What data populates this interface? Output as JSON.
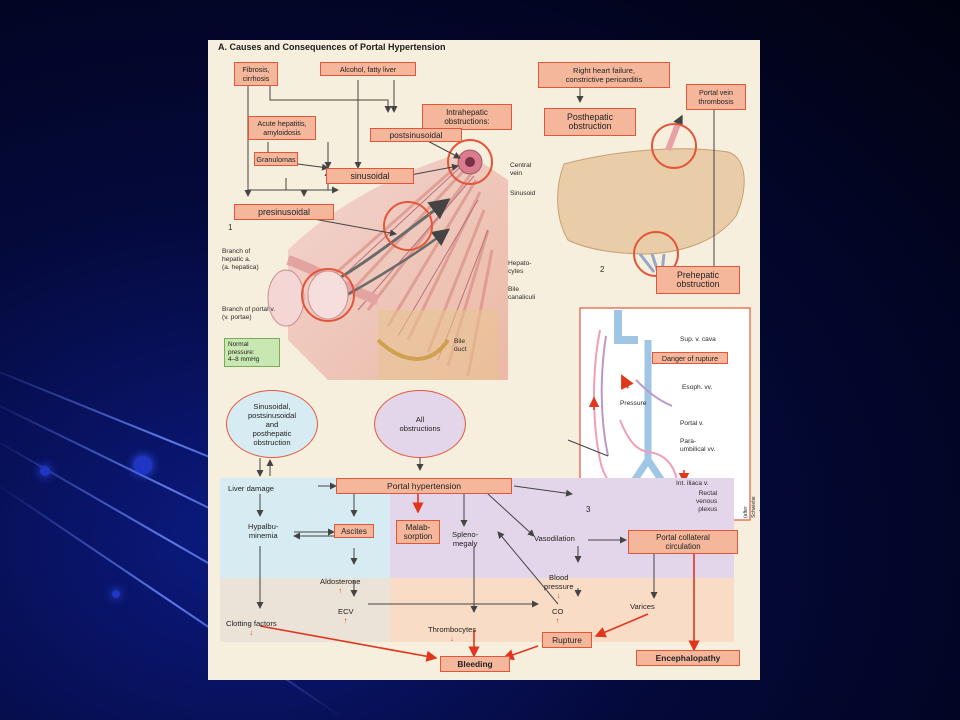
{
  "title": "A. Causes and Consequences of Portal Hypertension",
  "causes": {
    "fibrosis": "Fibrosis,\ncirrhosis",
    "alcohol": "Alcohol, fatty liver",
    "acute_hepatitis": "Acute hepatitis,\namyloidosis",
    "granulomas": "Granulomas",
    "right_heart": "Right heart failure,\nconstrictive pericarditis",
    "portal_vein_thrombosis": "Portal vein\nthrombosis"
  },
  "obstructions": {
    "intrahepatic": "Intrahepatic\nobstructions:",
    "postsinusoidal": "postsinusoidal",
    "sinusoidal": "sinusoidal",
    "presinusoidal": "presinusoidal",
    "posthepatic": "Posthepatic\nobstruction",
    "prehepatic": "Prehepatic\nobstruction"
  },
  "anatomy": {
    "central_vein": "Central\nvein",
    "sinusoid": "Sinusoid",
    "hepatocytes": "Hepato-\ncytes",
    "bile_canaliculi": "Bile\ncanaliculi",
    "bile_duct": "Bile\nduct",
    "hepatic_branch": "Branch of\nhepatic a.\n(a. hepatica)",
    "portal_branch": "Branch of portal v.\n(v. portae)",
    "normal_pressure": "Normal\npressure:\n4–8 mmHg",
    "panel_1": "1",
    "panel_2": "2",
    "panel_3": "3"
  },
  "collateral": {
    "sup_v_cava": "Sup. v. cava",
    "danger": "Danger of rupture",
    "esoph": "Esoph. vv.",
    "pressure": "Pressure",
    "portal_v": "Portal v.",
    "paraumbilical": "Para-\numbilical vv.",
    "int_iliac": "Int. iliaca v.",
    "rectal": "Rectal\nvenous\nplexus",
    "credit": "(after Schwiebe and Schmidt)"
  },
  "flow": {
    "sinusoidal_group": "Sinusoidal,\npostsinusoidal\nand\nposthepatic\nobstruction",
    "all_obstructions": "All\nobstructions",
    "liver_damage": "Liver damage",
    "portal_hypertension": "Portal hypertension",
    "hypalbuminemia": "Hypalbu-\nminemia",
    "ascites": "Ascites",
    "malabsorption": "Malab-\nsorption",
    "splenomegaly": "Spleno-\nmegaly",
    "vasodilation": "Vasodilation",
    "portal_collateral": "Portal collateral\ncirculation",
    "aldosterone": "Aldosterone",
    "blood_pressure": "Blood\npressure",
    "clotting_factors": "Clotting factors",
    "ecv": "ECV",
    "co": "CO",
    "varices": "Varices",
    "thrombocytes": "Thrombocytes",
    "rupture": "Rupture",
    "bleeding": "Bleeding",
    "encephalopathy": "Encephalopathy",
    "arrow_up": "↑",
    "arrow_down": "↓"
  },
  "colors": {
    "callout_fill": "#f5b79b",
    "callout_border": "#e4563a",
    "liver": "#e8c9a3",
    "vessel": "#f0a0b4",
    "panel_blue": "#d7ecf2",
    "panel_purple": "#e3d6ea",
    "panel_peach": "#f9dcc6",
    "accent_red": "#e0361e"
  }
}
